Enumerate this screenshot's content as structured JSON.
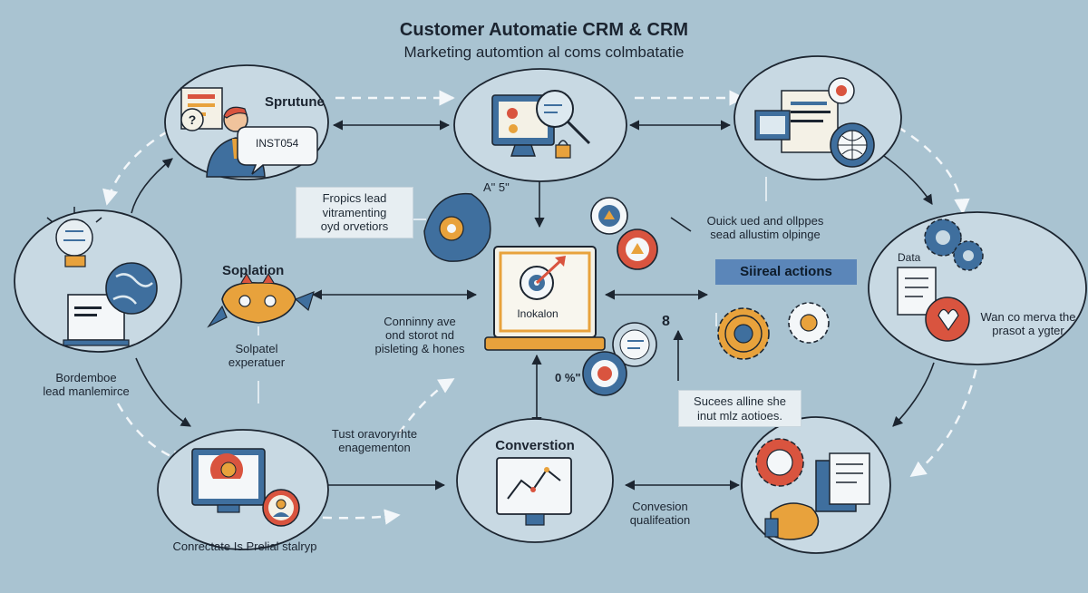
{
  "header": {
    "title": "Customer Automatie CRM & CRM",
    "subtitle": "Marketing automtion al coms colmbatatie"
  },
  "nodes": {
    "top_left": {
      "label": "Sprutune",
      "badge": "INST054"
    },
    "top_left_note": {
      "line1": "Fropics lead",
      "line2": "vitramenting",
      "line3": "oyd orvetiors"
    },
    "top_center_tag": "A\" 5\"",
    "left_mid": {
      "label": "Soplation",
      "caption1": "Solpatel",
      "caption2": "experatuer"
    },
    "far_left": {
      "line1": "Bordemboe",
      "line2": "lead manlemirce"
    },
    "center": {
      "label": "Inokalon"
    },
    "center_note": {
      "line1": "Conninny ave",
      "line2": "ond storot nd",
      "line3": "pisleting & hones"
    },
    "right_note": {
      "line1": "Ouick ued and ollppes",
      "line2": "sead allustim olpinge"
    },
    "right_banner": "Siireal actions",
    "far_right": {
      "tag": "Data",
      "line1": "Wan co merva the",
      "line2": "prasot a ygter"
    },
    "right_lower_note": {
      "line1": "Sucees alline she",
      "line2": "inut mlz aotioes."
    },
    "mid_marks": {
      "eight": "8",
      "zero": "0 %\""
    },
    "engage_note": {
      "line1": "Tust oravoryrhte",
      "line2": "enagementon"
    },
    "bottom_left_caption": "Conrectate Is Prelial stalryp",
    "bottom_center": {
      "label": "Converstion"
    },
    "bottom_right_note": {
      "line1": "Convesion",
      "line2": "qualifeation"
    }
  },
  "colors": {
    "background": "#a9c3d1",
    "circle_fill": "#c8d9e3",
    "outline": "#1c2530",
    "accent_orange": "#e8a23c",
    "accent_red": "#d9543f",
    "accent_blue": "#3f6f9e",
    "banner": "#5b86b9"
  },
  "icons": [
    "question-icon",
    "person-icon",
    "lightbulb-icon",
    "globe-icon",
    "monitor-icon",
    "target-icon",
    "gear-icon",
    "document-icon",
    "chart-icon",
    "handshake-icon",
    "lock-icon"
  ]
}
